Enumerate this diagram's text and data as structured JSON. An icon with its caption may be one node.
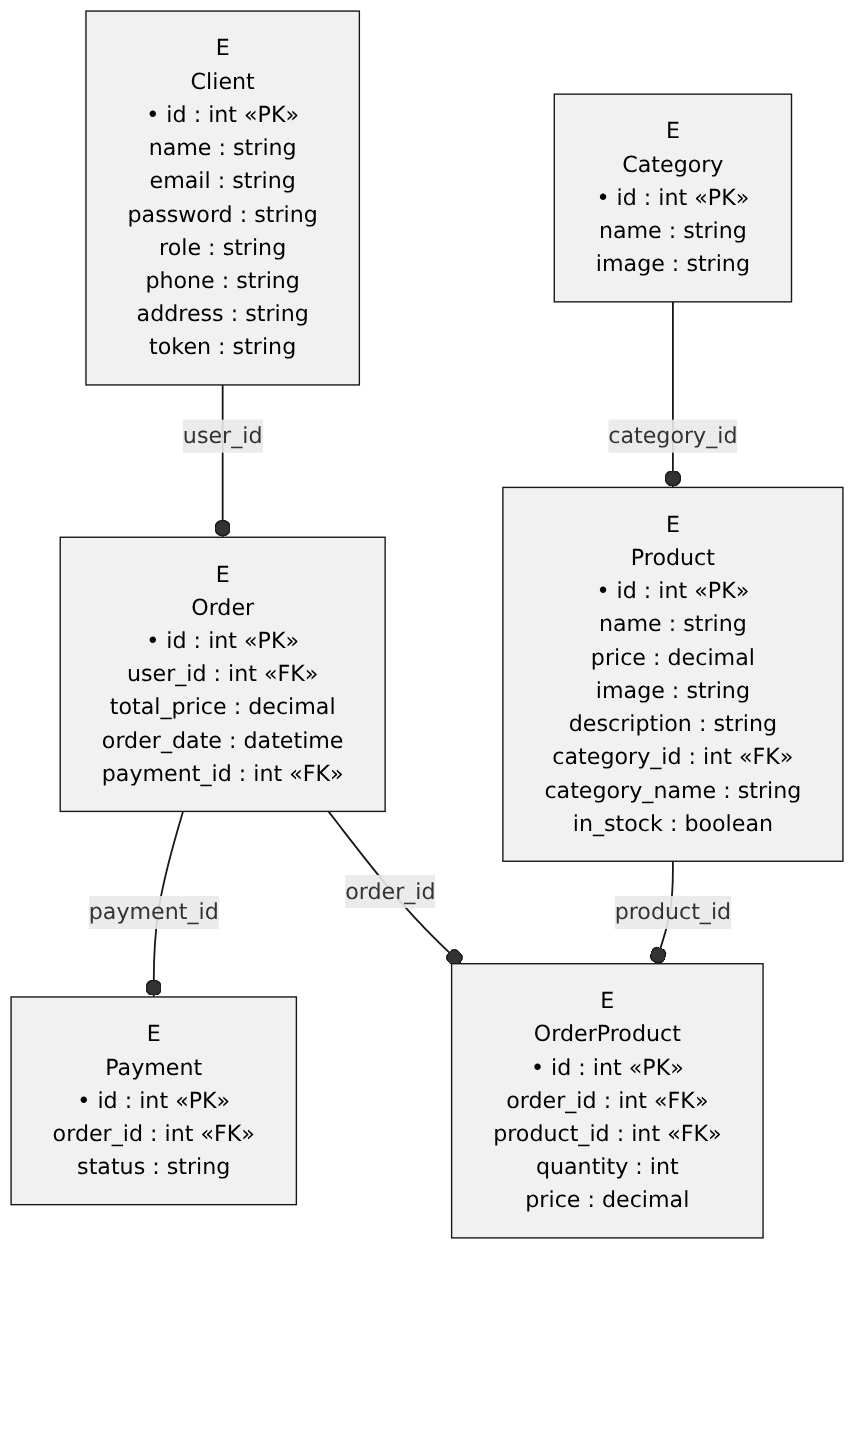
{
  "diagram": {
    "nodes": [
      {
        "text": [
          "E",
          "Client",
          "• id : int «PK»",
          "name : string",
          "email : string",
          "password : string",
          "role : string",
          "phone : string",
          "address : string",
          "token : string"
        ]
      },
      {
        "text": [
          "E",
          "Category",
          "• id : int «PK»",
          "name : string",
          "image : string"
        ]
      },
      {
        "text": [
          "E",
          "Order",
          "• id : int «PK»",
          "user_id : int «FK»",
          "total_price : decimal",
          "order_date : datetime",
          "payment_id : int «FK»"
        ]
      },
      {
        "text": [
          "E",
          "Product",
          "• id : int «PK»",
          "name : string",
          "price : decimal",
          "image : string",
          "description : string",
          "category_id : int «FK»",
          "category_name : string",
          "in_stock : boolean"
        ]
      },
      {
        "text": [
          "E",
          "Payment",
          "• id : int «PK»",
          "order_id : int «FK»",
          "status : string"
        ]
      },
      {
        "text": [
          "E",
          "OrderProduct",
          "• id : int «PK»",
          "order_id : int «FK»",
          "product_id : int «FK»",
          "quantity : int",
          "price : decimal"
        ]
      }
    ],
    "edges": [
      {
        "from": 0,
        "to": 2,
        "arrow": "other",
        "label": "user_id"
      },
      {
        "from": 1,
        "to": 3,
        "arrow": "other",
        "label": "category_id"
      },
      {
        "from": 2,
        "to": 4,
        "arrow": "other",
        "label": "payment_id"
      },
      {
        "from": 2,
        "to": 5,
        "arrow": "other",
        "label": "order_id"
      },
      {
        "from": 3,
        "to": 5,
        "arrow": "other",
        "label": "product_id"
      }
    ]
  }
}
